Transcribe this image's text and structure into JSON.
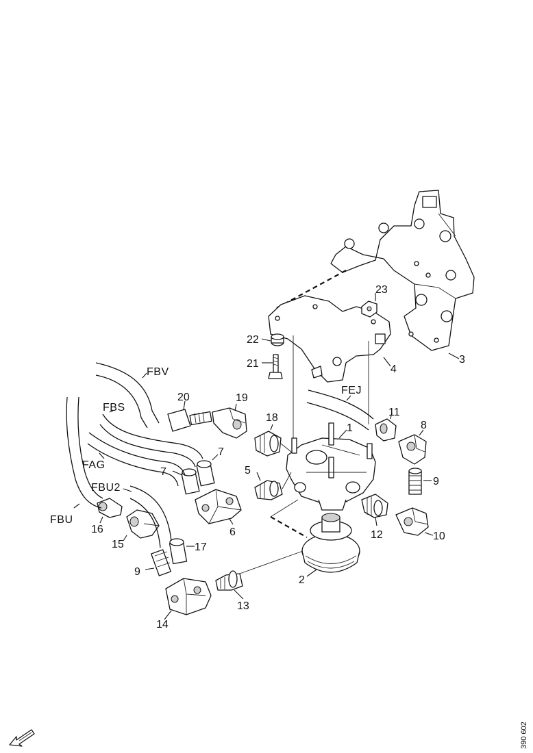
{
  "reference_code": "390 602",
  "orientation_icon": "front-arrow-icon",
  "labels": {
    "p1": "1",
    "p2": "2",
    "p3": "3",
    "p4": "4",
    "p5": "5",
    "p6": "6",
    "p7a": "7",
    "p7b": "7",
    "p8": "8",
    "p9a": "9",
    "p9b": "9",
    "p10": "10",
    "p11": "11",
    "p12": "12",
    "p13": "13",
    "p14": "14",
    "p15": "15",
    "p16": "16",
    "p17": "17",
    "p18": "18",
    "p19": "19",
    "p20": "20",
    "p21": "21",
    "p22": "22",
    "p23": "23"
  },
  "hose_codes": {
    "fbv": "FBV",
    "fbs": "FBS",
    "fag": "FAG",
    "fbu2": "FBU2",
    "fbu": "FBU",
    "fej": "FEJ"
  }
}
